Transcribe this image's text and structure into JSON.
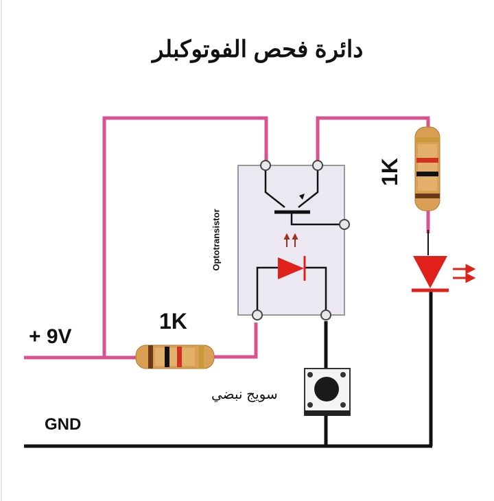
{
  "title": "دائرة فحص الفوتوكبلر",
  "labels": {
    "supply": "+ 9V",
    "ground": "GND",
    "resistor_input": "1K",
    "resistor_led": "1K",
    "component": "Optotransistor",
    "switch": "سويج نبضي"
  },
  "colors": {
    "wire_positive": "#d9518f",
    "wire_ground": "#111111",
    "led": "#e0201a",
    "box": "#ebe8f1"
  }
}
